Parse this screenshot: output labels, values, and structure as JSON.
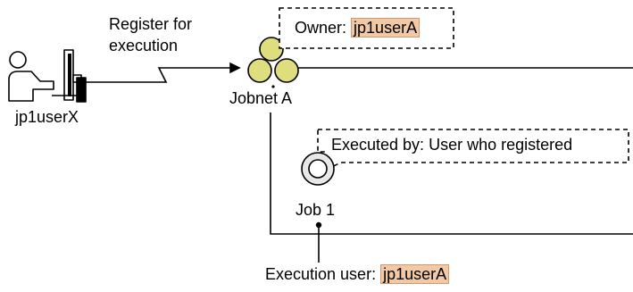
{
  "user": {
    "name": "jp1userX"
  },
  "register": {
    "line1": "Register for",
    "line2": "execution"
  },
  "jobnet": {
    "name": "Jobnet A"
  },
  "owner": {
    "label": "Owner: ",
    "value": "jp1userA"
  },
  "executed_by": {
    "text": "Executed by: User who registered"
  },
  "job": {
    "name": "Job 1"
  },
  "execution_user": {
    "label": "Execution user: ",
    "value": "jp1userA"
  },
  "colors": {
    "jobnet_fill": "#dede7e",
    "highlight": "#f2c9a6"
  },
  "icons": [
    "user-at-computer-icon",
    "jobnet-icon",
    "job-icon"
  ]
}
